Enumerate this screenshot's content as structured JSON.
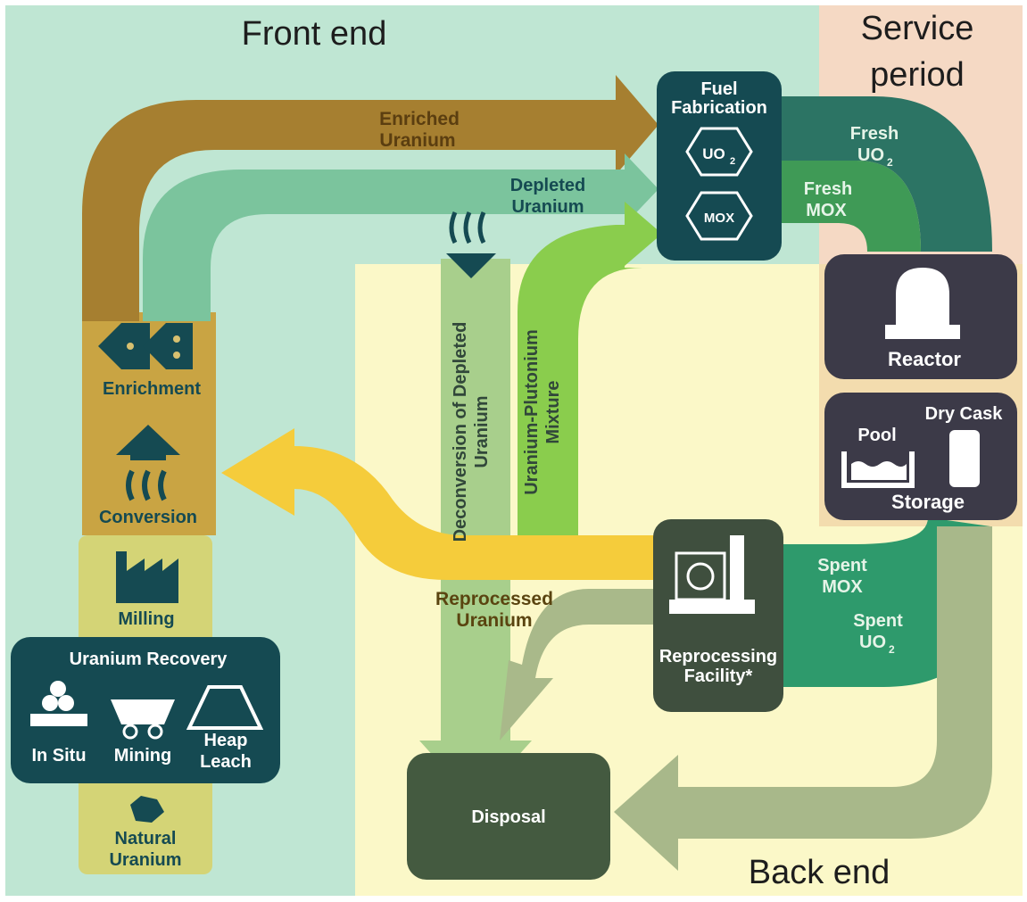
{
  "zones": {
    "front_end": "Front end",
    "service_line1": "Service",
    "service_line2": "period",
    "back_end": "Back end"
  },
  "flows": {
    "enriched_1": "Enriched",
    "enriched_2": "Uranium",
    "depleted_1": "Depleted",
    "depleted_2": "Uranium",
    "deconversion_1": "Deconversion of Depleted",
    "deconversion_2": "Uranium",
    "upmix_1": "Uranium-Plutonium",
    "upmix_2": "Mixture",
    "reprocessed_1": "Reprocessed",
    "reprocessed_2": "Uranium",
    "fresh_uo2_1": "Fresh",
    "fresh_uo2_2": "UO",
    "fresh_mox_1": "Fresh",
    "fresh_mox_2": "MOX",
    "spent_mox_1": "Spent",
    "spent_mox_2": "MOX",
    "spent_uo2_1": "Spent",
    "spent_uo2_2": "UO"
  },
  "nodes": {
    "fuel_fab_1": "Fuel",
    "fuel_fab_2": "Fabrication",
    "uo2": "UO",
    "mox": "MOX",
    "reactor": "Reactor",
    "pool": "Pool",
    "dry_cask": "Dry Cask",
    "storage": "Storage",
    "reproc_1": "Reprocessing",
    "reproc_2": "Facility*",
    "disposal": "Disposal",
    "recovery_title": "Uranium Recovery",
    "in_situ": "In Situ",
    "mining": "Mining",
    "heap_1": "Heap",
    "heap_2": "Leach",
    "natural_1": "Natural",
    "natural_2": "Uranium",
    "milling": "Milling",
    "conversion": "Conversion",
    "enrichment": "Enrichment",
    "subscript_2": "2"
  },
  "colors": {
    "front_end_bg": "#bfe6d3",
    "service_bg": "#f5d9c4",
    "back_end_bg": "#fbf8c8",
    "dark_node": "#154a52",
    "reactor_node": "#3c3a48",
    "facility_node": "#3f4f3e",
    "enriched_arrow": "#a07a2e",
    "depleted_arrow": "#79c39c",
    "mox_arrow": "#7fcc46",
    "reprocessed_arrow": "#f7cc2e",
    "spent_arrow": "#2e9a6c",
    "back_arrow": "#a9b98a"
  }
}
